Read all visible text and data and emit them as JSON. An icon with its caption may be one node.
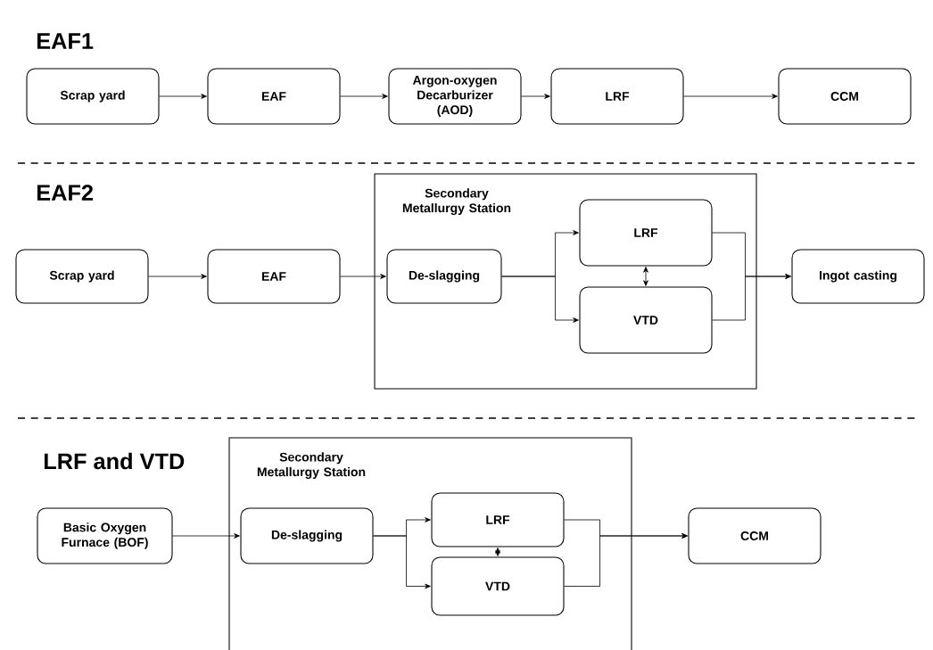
{
  "diagram": {
    "nodes": [
      {
        "text": [
          "Scrap yard"
        ]
      },
      {
        "text": [
          "EAF"
        ]
      },
      {
        "text": [
          "Argon-oxygen Decarburizer (AOD)"
        ]
      },
      {
        "text": [
          "LRF"
        ]
      },
      {
        "text": [
          "CCM"
        ]
      },
      {
        "text": [
          "Secondary Metallurgy Station"
        ]
      },
      {
        "text": [
          "Scrap yard"
        ]
      },
      {
        "text": [
          "EAF"
        ]
      },
      {
        "text": [
          "De-slagging"
        ],
        "in": 5
      },
      {
        "text": [
          "LRF"
        ],
        "in": 5
      },
      {
        "text": [
          "VTD"
        ],
        "in": 5
      },
      {
        "text": [
          "Ingot casting"
        ]
      },
      {
        "text": [
          "Secondary Metallurgy Station"
        ]
      },
      {
        "text": [
          "Basic Oxygen Furnace (BOF)"
        ]
      },
      {
        "text": [
          "De-slagging"
        ],
        "in": 12
      },
      {
        "text": [
          "LRF"
        ],
        "in": 12
      },
      {
        "text": [
          "VTD"
        ],
        "in": 12
      },
      {
        "text": [
          "CCM"
        ]
      }
    ],
    "edges": [
      {
        "from": 0,
        "to": 1,
        "arrow": "to"
      },
      {
        "from": 1,
        "to": 2,
        "arrow": "to"
      },
      {
        "from": 2,
        "to": 3,
        "arrow": "to"
      },
      {
        "from": 3,
        "to": 4,
        "arrow": "to"
      },
      {
        "from": 6,
        "to": 7,
        "arrow": "to"
      },
      {
        "from": 7,
        "to": 8,
        "arrow": "to"
      },
      {
        "from": 8,
        "to": 9,
        "arrow": "to"
      },
      {
        "from": 8,
        "to": 10,
        "arrow": "to"
      },
      {
        "from": 9,
        "to": 11,
        "arrow": "to"
      },
      {
        "from": 10,
        "to": 11,
        "arrow": "to"
      },
      {
        "from": 9,
        "to": 10,
        "arrow": "both"
      },
      {
        "from": 13,
        "to": 14,
        "arrow": "to"
      },
      {
        "from": 14,
        "to": 15,
        "arrow": "to"
      },
      {
        "from": 14,
        "to": 16,
        "arrow": "to"
      },
      {
        "from": 15,
        "to": 17,
        "arrow": "to"
      },
      {
        "from": 16,
        "to": 17,
        "arrow": "to"
      },
      {
        "from": 15,
        "to": 16,
        "arrow": "both"
      }
    ],
    "labels": [
      "EAF1",
      "EAF2",
      "LRF and VTD"
    ]
  }
}
